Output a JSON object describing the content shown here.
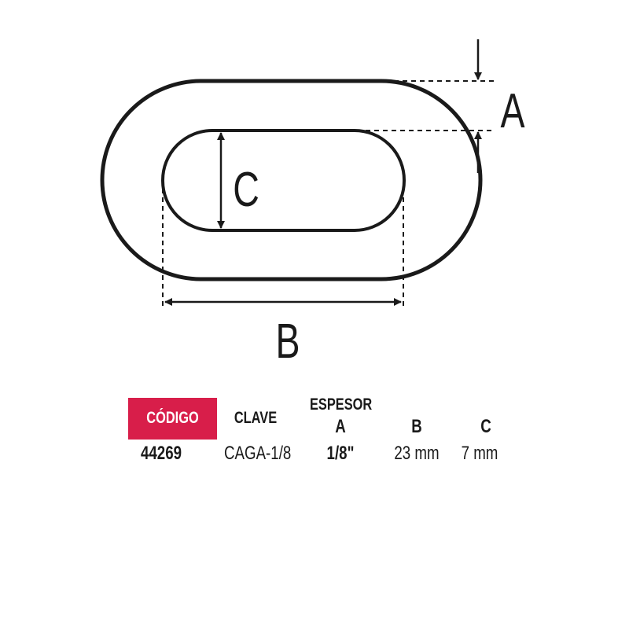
{
  "diagram": {
    "labels": {
      "a": "A",
      "b": "B",
      "c": "C"
    }
  },
  "table": {
    "headers": {
      "codigo": "CÓDIGO",
      "clave": "CLAVE",
      "espesor": "ESPESOR",
      "a": "A",
      "b": "B",
      "c": "C"
    },
    "row": {
      "codigo": "44269",
      "clave": "CAGA-1/8",
      "a": "1/8\"",
      "b": "23 mm",
      "c": "7 mm"
    }
  },
  "colors": {
    "accent": "#d81e4a",
    "ink": "#1a1a1a"
  }
}
